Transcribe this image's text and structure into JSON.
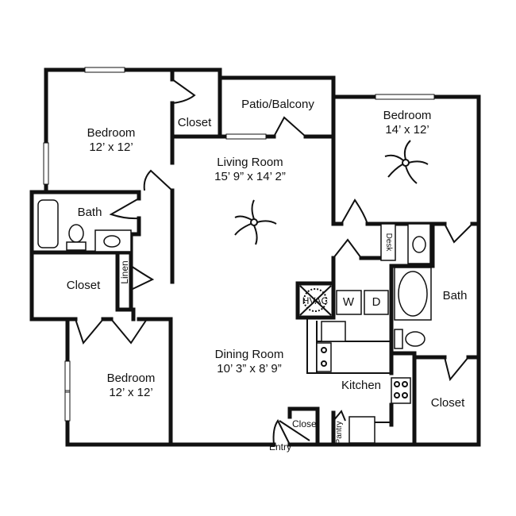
{
  "rooms": {
    "bedroom_nw": {
      "name": "Bedroom",
      "size": "12’ x 12’"
    },
    "closet_nw": {
      "name": "Closet"
    },
    "patio": {
      "name": "Patio/Balcony"
    },
    "bedroom_ne": {
      "name": "Bedroom",
      "size": "14’ x 12’"
    },
    "living": {
      "name": "Living Room",
      "size": "15’ 9” x 14’ 2”"
    },
    "bath_w": {
      "name": "Bath"
    },
    "linen": {
      "name": "Linen"
    },
    "closet_w": {
      "name": "Closet"
    },
    "bedroom_sw": {
      "name": "Bedroom",
      "size": "12’ x 12’"
    },
    "dining": {
      "name": "Dining Room",
      "size": "10’ 3” x 8’ 9”"
    },
    "kitchen": {
      "name": "Kitchen"
    },
    "closet_entry": {
      "name": "Closet"
    },
    "pantry": {
      "name": "Pantry"
    },
    "entry": {
      "name": "Entry"
    },
    "desk": {
      "name": "Desk"
    },
    "bath_e": {
      "name": "Bath"
    },
    "closet_se": {
      "name": "Closet"
    },
    "hvac": {
      "name": "HVAC"
    },
    "washer": {
      "name": "W"
    },
    "dryer": {
      "name": "D"
    }
  },
  "icons": [
    "ceiling-fan-icon",
    "bathtub-icon",
    "toilet-icon",
    "sink-icon",
    "stove-icon",
    "window-icon",
    "door-swing-icon"
  ]
}
